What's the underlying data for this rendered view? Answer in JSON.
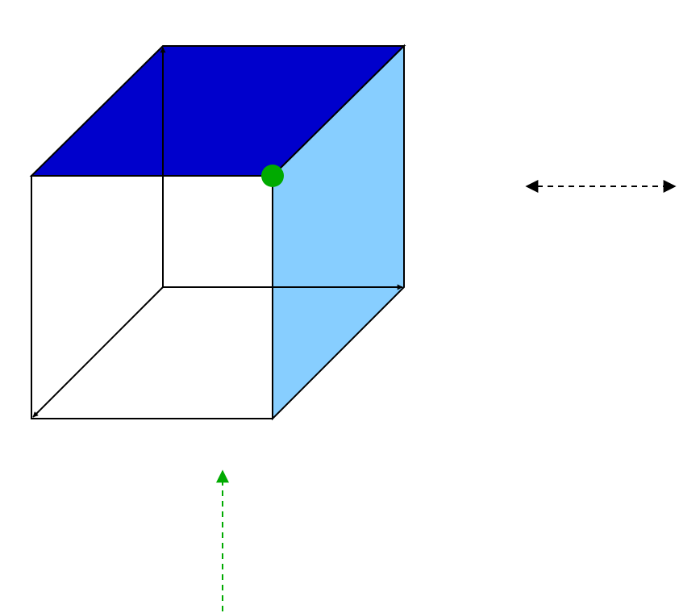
{
  "diagram": {
    "colors": {
      "background": "#ffffff",
      "top_face": "#0000cc",
      "side_face": "#87ceff",
      "edge": "#000000",
      "marker_dot": "#00aa00",
      "dashed_horizontal_arrow": "#000000",
      "dashed_vertical_arrow": "#00aa00"
    },
    "elements": [
      {
        "name": "top-face",
        "kind": "filled face of cube"
      },
      {
        "name": "right-side-face",
        "kind": "filled face of cube"
      },
      {
        "name": "front-face",
        "kind": "outlined face of cube"
      },
      {
        "name": "hidden-vertical-axis-arrow",
        "kind": "axis arrow"
      },
      {
        "name": "hidden-depth-axis-arrow",
        "kind": "axis arrow"
      },
      {
        "name": "hidden-horizontal-axis-arrow",
        "kind": "axis arrow"
      },
      {
        "name": "corner-marker-dot",
        "kind": "marker"
      },
      {
        "name": "dashed-double-arrow",
        "kind": "dashed double-headed arrow"
      },
      {
        "name": "dashed-up-arrow",
        "kind": "dashed arrow"
      }
    ]
  }
}
